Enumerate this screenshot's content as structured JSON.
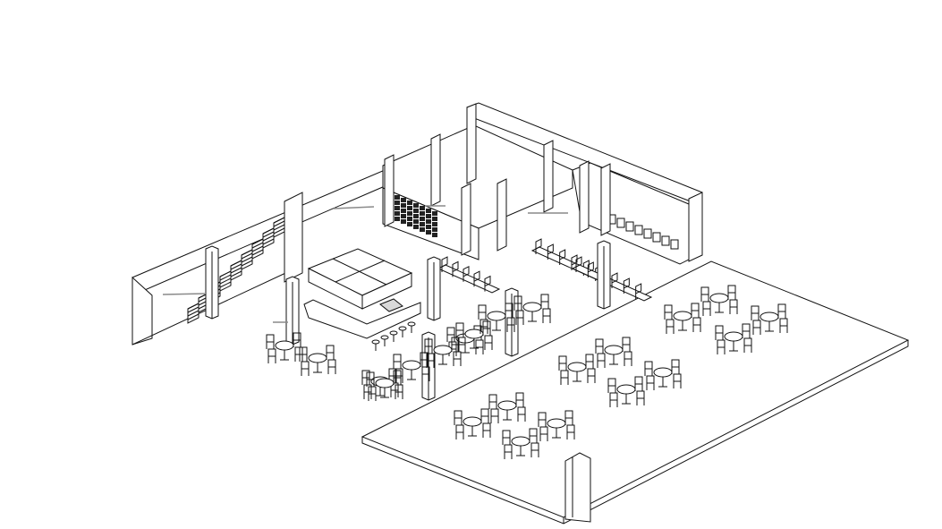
{
  "colors": {
    "background": "#ffffff",
    "line": "#111111",
    "annotation": "#8a8a8a",
    "fill_light": "#ffffff",
    "fill_shade": "#d9d9d9"
  },
  "drawing": {
    "view": "isometric",
    "style": "black line drawing on white background",
    "chair_groups_outdoor": 13,
    "chair_groups_indoor": 9
  }
}
